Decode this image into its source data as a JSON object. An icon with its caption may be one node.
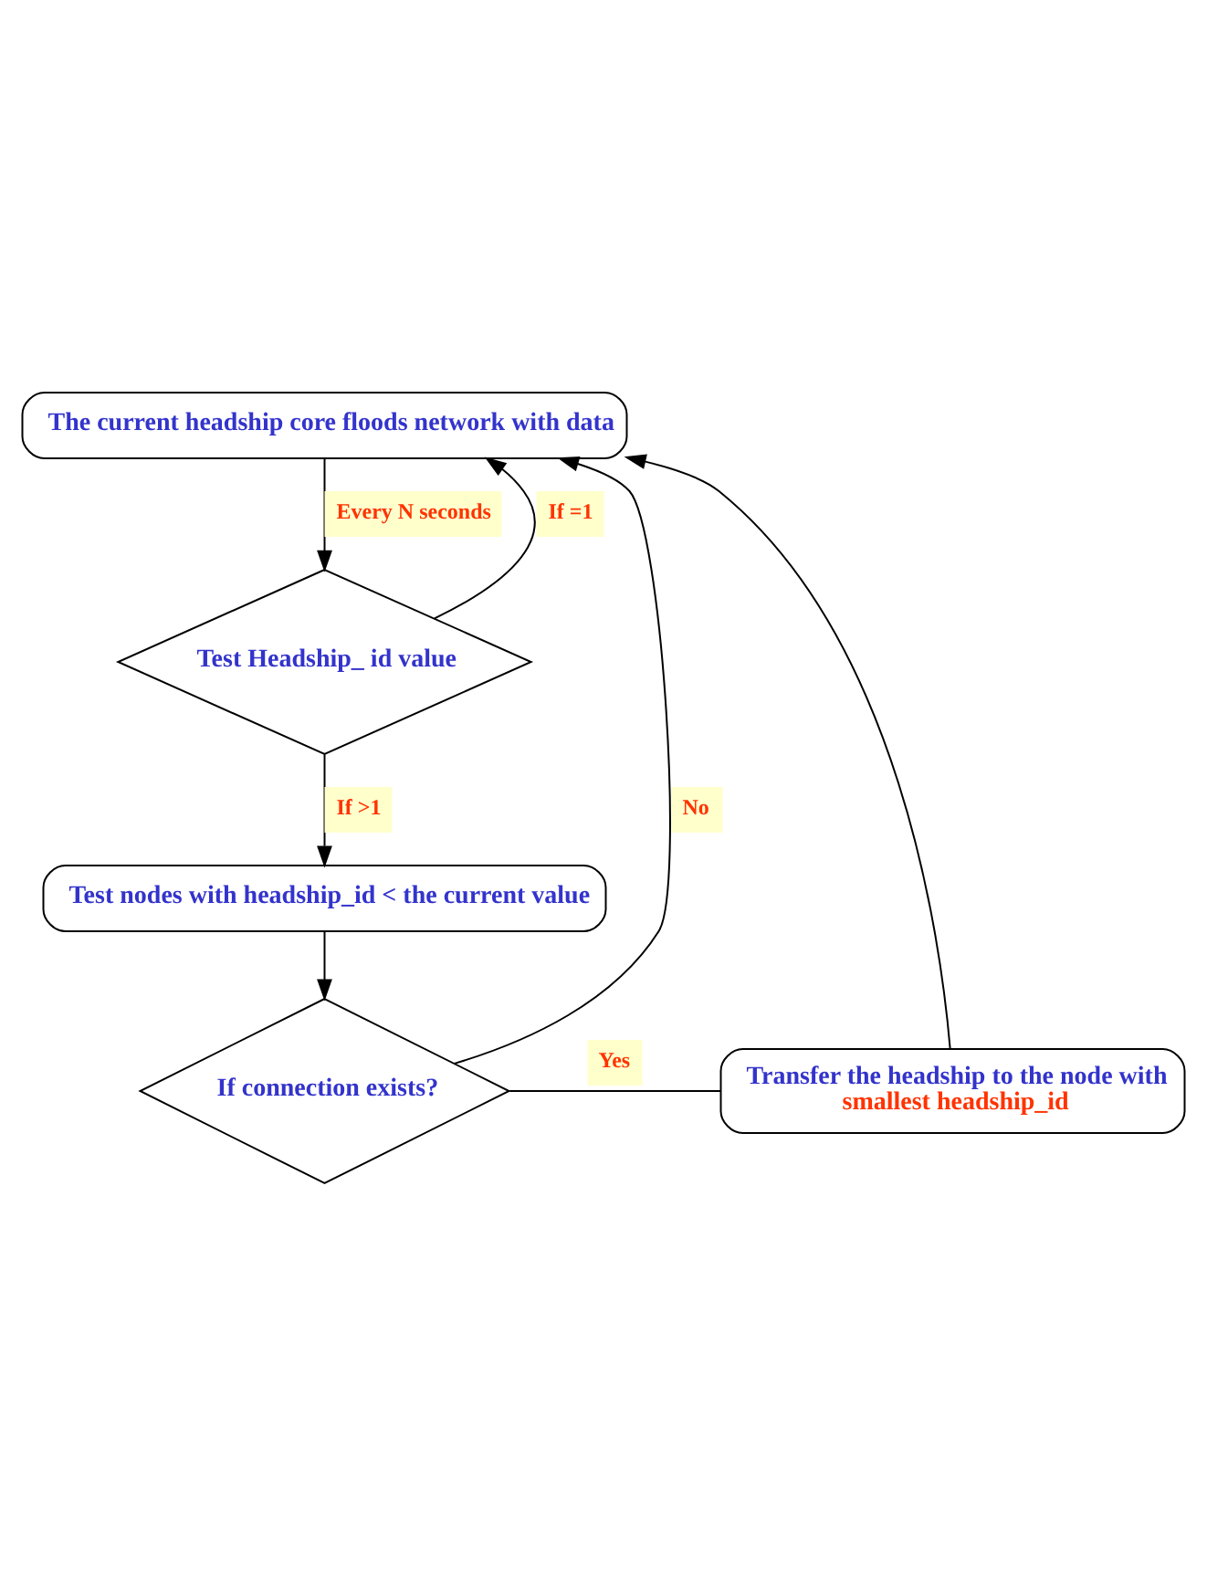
{
  "diagram": {
    "nodes": [
      {
        "text": [
          "The current headship core floods network with data"
        ]
      },
      {
        "text": [
          "Test Headship_ id value"
        ]
      },
      {
        "text": [
          "Test nodes with headship_id < the current value"
        ]
      },
      {
        "text": [
          "If connection exists?"
        ]
      },
      {
        "text": [
          "Transfer the headship to the node with",
          "smallest headship_id"
        ]
      }
    ],
    "edges": [
      {
        "from": 0,
        "to": 1,
        "arrow": "to",
        "label": "Every N seconds"
      },
      {
        "from": 1,
        "to": 0,
        "arrow": "to",
        "label": "If =1"
      },
      {
        "from": 1,
        "to": 2,
        "arrow": "to",
        "label": "If >1"
      },
      {
        "from": 2,
        "to": 3,
        "arrow": "to"
      },
      {
        "from": 3,
        "to": 0,
        "arrow": "to",
        "label": "No"
      },
      {
        "from": 3,
        "to": 4,
        "arrow": "none",
        "label": "Yes"
      },
      {
        "from": 4,
        "to": 0,
        "arrow": "to"
      }
    ]
  }
}
